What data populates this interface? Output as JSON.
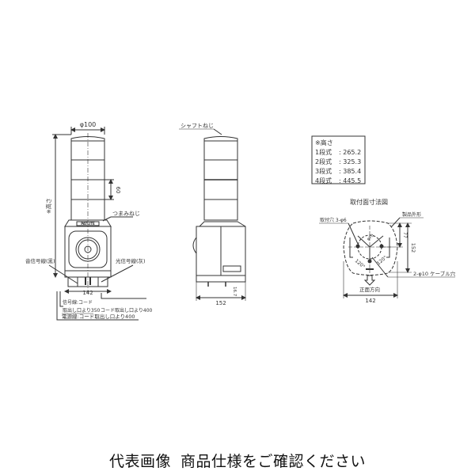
{
  "front_view": {
    "diameter_label": "φ100",
    "height_label": "※高さ",
    "tier_height_label": "60",
    "knob_screw_label": "つまみねじ",
    "brand_label": "PATLITE",
    "sound_signal_wire_label": "音信号線(黒)",
    "light_signal_wire_label": "光信号線(灰)",
    "base_width_label": "142",
    "signal_wire_label_line1": "信号線:コード",
    "signal_wire_label_line2": "取出し口より350",
    "cord_label": "コード取出し口より400",
    "power_wire_label": "電源線:コード取出し口より400"
  },
  "side_view": {
    "shaft_screw_label": "シャフトねじ",
    "depth_label": "152",
    "offset_label": "16.7"
  },
  "height_table": {
    "title": "※高さ",
    "rows": [
      {
        "tier": "1段式",
        "value": "265.2"
      },
      {
        "tier": "2段式",
        "value": "325.3"
      },
      {
        "tier": "3段式",
        "value": "385.4"
      },
      {
        "tier": "4段式",
        "value": "445.5"
      }
    ]
  },
  "mount_view": {
    "title": "取付面寸法図",
    "mount_holes_label": "取付穴 3-φ6",
    "outline_label": "製品外形",
    "pcd_label": "φ70",
    "angle_left_label": "120°",
    "angle_right_label": "120°",
    "offset_label": "77",
    "height_label": "152",
    "cable_hole_label": "2-φ10 ケーブル穴",
    "front_direction_label": "正面方向",
    "width_label": "142"
  },
  "caption": {
    "part1": "代表画像",
    "part2": "商品仕様をご確認ください"
  }
}
